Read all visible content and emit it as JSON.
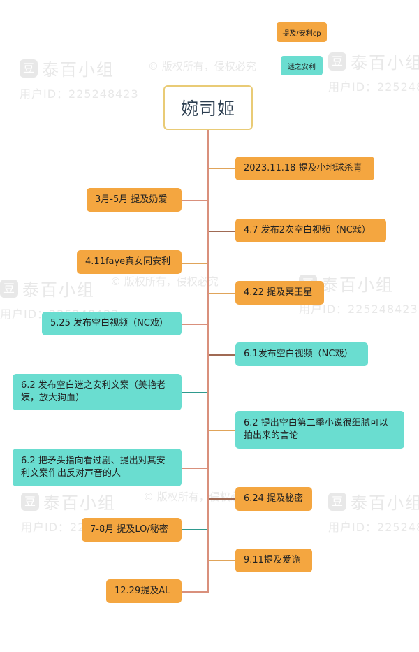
{
  "title": "婉司姬",
  "legend": [
    {
      "label": "提及/安利cp",
      "color": "#F4A640"
    },
    {
      "label": "迷之安利",
      "color": "#6ADDD0"
    }
  ],
  "watermark": {
    "brand": "泰百小组",
    "user_id": "用户ID：225248423",
    "copyright": "© 版权所有，侵权必究",
    "logo_char": "豆"
  },
  "nodes": [
    {
      "text": "2023.11.18 提及小地球杀青",
      "color": "orange",
      "side": "right"
    },
    {
      "text": "3月-5月 提及奶爱",
      "color": "orange",
      "side": "left"
    },
    {
      "text": "4.7 发布2次空白视频（NC戏）",
      "color": "orange",
      "side": "right"
    },
    {
      "text": "4.11faye真女同安利",
      "color": "orange",
      "side": "left"
    },
    {
      "text": "4.22 提及冥王星",
      "color": "orange",
      "side": "right"
    },
    {
      "text": "5.25 发布空白视频（NC戏）",
      "color": "teal",
      "side": "left"
    },
    {
      "text": "6.1发布空白视频（NC戏）",
      "color": "teal",
      "side": "right"
    },
    {
      "text": "6.2 发布空白迷之安利文案（美艳老姨，放大狗血）",
      "color": "teal",
      "side": "left"
    },
    {
      "text": "6.2 提出空白第二季小说很细腻可以拍出来的言论",
      "color": "teal",
      "side": "right"
    },
    {
      "text": "6.2 把矛头指向看过剧、提出对其安利文案作出反对声音的人",
      "color": "teal",
      "side": "left"
    },
    {
      "text": "6.24 提及秘密",
      "color": "orange",
      "side": "right"
    },
    {
      "text": "7-8月 提及LO/秘密",
      "color": "orange",
      "side": "left"
    },
    {
      "text": "9.11提及爱诡",
      "color": "orange",
      "side": "right"
    },
    {
      "text": "12.29提及AL",
      "color": "orange",
      "side": "left"
    }
  ]
}
